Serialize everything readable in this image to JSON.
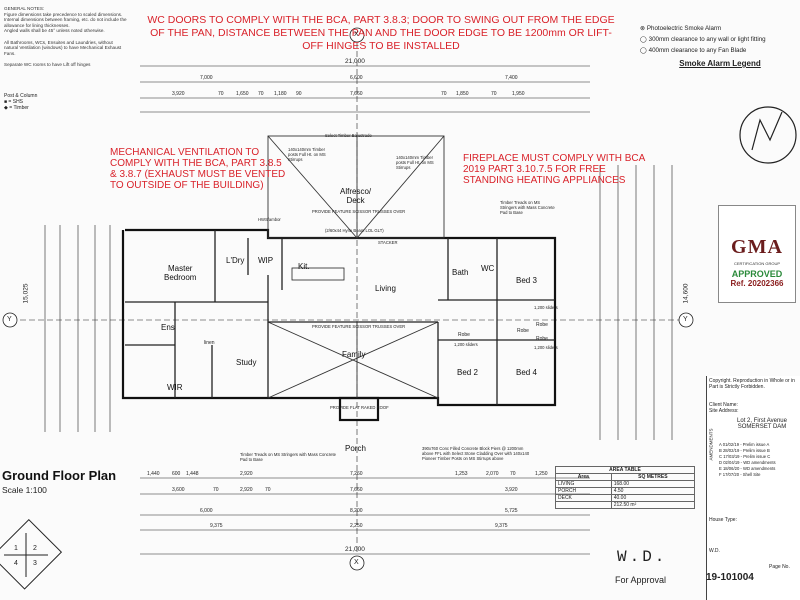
{
  "general_notes": {
    "heading": "GENERAL NOTES:",
    "lines": [
      "Figure dimensions take precedence to scaled dimensions.",
      "Internal dimensions between framing, etc. do not include the",
      "allowance for lining thicknesses.",
      "Angled walls shall be 45° unless noted otherwise.",
      "",
      "All Bathrooms, WCs, Ensuites and Laundries, without",
      "natural Ventilation (windows) to have Mechanical Exhaust",
      "Fans.",
      "",
      "Separate WC rooms to have Lift off hinges"
    ]
  },
  "post_legend": {
    "title": "Post & Column",
    "items": [
      "= SHS",
      "= Timber"
    ]
  },
  "red_notes": {
    "wc_doors": "WC DOORS TO COMPLY WITH THE BCA, PART 3.8.3; DOOR TO SWING OUT FROM THE EDGE OF THE PAN, DISTANCE BETWEEN THE PAN AND THE DOOR EDGE TO BE 1200mm OR LIFT-OFF HINGES TO BE INSTALLED",
    "mechanical": "MECHANICAL VENTILATION TO COMPLY WITH THE BCA, PART 3.8.5 & 3.8.7 (EXHAUST MUST BE VENTED TO OUTSIDE OF THE BUILDING)",
    "fireplace": "FIREPLACE MUST COMPLY WITH BCA 2019 PART 3.10.7.5 FOR FREE STANDING HEATING APPLIANCES"
  },
  "smoke_legend": {
    "item1": "Photoelectric Smoke Alarm",
    "item2": "300mm clearance to any wall or light fitting",
    "item3": "400mm clearance to any Fan Blade",
    "title": "Smoke Alarm Legend"
  },
  "certification": {
    "logo": "GMA",
    "subtitle": "CERTIFICATION GROUP",
    "status": "APPROVED",
    "ref": "Ref. 20202366"
  },
  "rooms": {
    "master": "Master\nBedroom",
    "ldry": "L'Dry",
    "wip": "WIP",
    "kit": "Kit.",
    "living": "Living",
    "bath": "Bath",
    "wc": "WC",
    "bed3": "Bed 3",
    "ens": "Ens",
    "study": "Study",
    "family": "Family",
    "wir": "WIR",
    "bed2": "Bed 2",
    "bed4": "Bed 4",
    "porch": "Porch",
    "alfresco": "Alfresco/\nDeck",
    "robe1": "Robe",
    "robe2": "Robe",
    "robe3": "Robe",
    "robe4": "Robe",
    "linen": "linen"
  },
  "plan_labels": {
    "timber_balustrade": "Select Timber Balustrade",
    "timber_posts_left": "140x140mm Timber posts Full Ht. on MS Stirrups",
    "timber_posts_right": "140x140mm Timber posts Full Ht. on MS Stirrups",
    "feature_trusses_top": "PROVIDE FEATURE SCISSOR TRUSSES OVER",
    "feature_trusses_mid": "PROVIDE FEATURE SCISSOR TRUSSES OVER",
    "beam": "(2/60x44 Hyne Beam LOL GLT)",
    "stacker": "STACKER",
    "hws": "HWS/ambor",
    "treads_top": "Timber Treads on MS Stringers with Mass Concrete Pad to Base",
    "treads_bottom": "Timber Treads on MS Stringers with Mass Concrete Pad to Base",
    "raked_roof": "PROVIDE FLAT RAKED ROOF",
    "pier_note": "390x760 Conc Filled Concrete Block Piers @ 1200mm above FFL with Select Stone Cladding Over with 140x140 Pioneer Timber Posts on MS Stirrups above",
    "sliders_1": "1,200 sliders",
    "sliders_2": "1,200 sliders",
    "sliders_3": "1,200 sliders"
  },
  "dimensions": {
    "overall_width_top": "21,000",
    "overall_width_bottom": "21,000",
    "overall_depth_left": "15,025",
    "overall_depth_right": "14,600",
    "top_row1": [
      "7,000",
      "6,600",
      "7,400"
    ],
    "top_row2": [
      "3,920",
      "70",
      "1,650",
      "70",
      "1,180",
      "90",
      "7,660",
      "70",
      "1,850",
      "70",
      "1,950"
    ],
    "bottom_row1": [
      "1,440",
      "600",
      "1,448",
      "2,920",
      "7,260",
      "1,253",
      "2,070",
      "70",
      "1,250"
    ],
    "bottom_row2": [
      "3,600",
      "70",
      "2,920",
      "70",
      "7,660",
      "3,920"
    ],
    "bottom_row3": [
      "6,000",
      "8,200",
      "5,725"
    ],
    "bottom_row4": [
      "9,375",
      "2,250",
      "9,375"
    ]
  },
  "grid_markers": [
    "X",
    "X",
    "Y",
    "Y"
  ],
  "drawing_title": "Ground Floor Plan",
  "drawing_scale": "Scale 1:100",
  "area_table": {
    "title": "AREA TABLE",
    "headers": [
      "Area",
      "SQ METRES"
    ],
    "rows": [
      [
        "LIVING",
        "168.00"
      ],
      [
        "PORCH",
        "4.50"
      ],
      [
        "DECK",
        "40.00"
      ]
    ],
    "total": "212.50 m²"
  },
  "title_block": {
    "copyright": "Copyright. Reproduction in Whole or in Part is Strictly Forbidden.",
    "client_label": "Client Name:",
    "site_label": "Site Address:",
    "site_address": "Lot 2, First Avenue SOMERSET DAM",
    "amendments_label": "AMENDMENTS",
    "amendments": [
      [
        "A",
        "01/02/19 - Prelim issue A"
      ],
      [
        "B",
        "28/02/19 - Prelim issue B"
      ],
      [
        "C",
        "17/03/19 - Prelim issue C"
      ],
      [
        "D",
        "02/04/19 - WD amendments"
      ],
      [
        "E",
        "18/06/20 - WD amendments"
      ],
      [
        "F",
        "17/07/20 - Shell Site"
      ]
    ],
    "house_type_label": "House Type:",
    "issue": "W.D.",
    "drawing_no": "19-101004",
    "page": "Page No."
  },
  "wd_label": "W.D.",
  "for_approval": "For Approval",
  "compass": [
    "1",
    "2",
    "3",
    "4"
  ]
}
